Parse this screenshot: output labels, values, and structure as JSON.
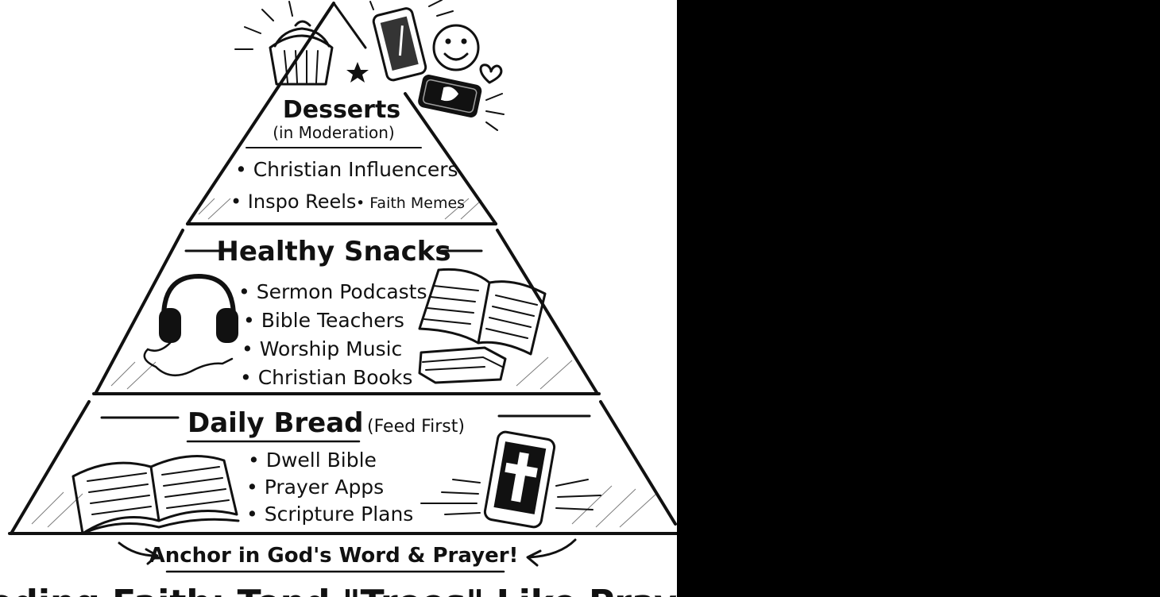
{
  "pyramid": {
    "top": {
      "title": "Desserts",
      "subtitle": "(in Moderation)",
      "bullets": [
        "Christian Influencers",
        "Inspo Reels",
        "Faith Memes"
      ]
    },
    "middle": {
      "title": "Healthy Snacks",
      "bullets": [
        "Sermon Podcasts",
        "Bible Teachers",
        "Worship Music",
        "Christian Books"
      ]
    },
    "bottom": {
      "title": "Daily Bread",
      "note": "(Feed First)",
      "bullets": [
        "Dwell Bible",
        "Prayer Apps",
        "Scripture Plans"
      ]
    }
  },
  "anchor_text": "Anchor in God's Word & Prayer!",
  "footer_partial": "Feeding Faith: Tend \"Trees\" Like Prayer!",
  "icons": [
    "cupcake-icon",
    "smartphone-icon",
    "smiley-icon",
    "heart-icon",
    "star-icon",
    "camera-icon",
    "headphones-icon",
    "open-book-icon",
    "closed-book-icon",
    "bible-icon",
    "phone-cross-icon"
  ],
  "colors": {
    "ink": "#111111",
    "paper": "#ffffff",
    "background": "#000000"
  }
}
